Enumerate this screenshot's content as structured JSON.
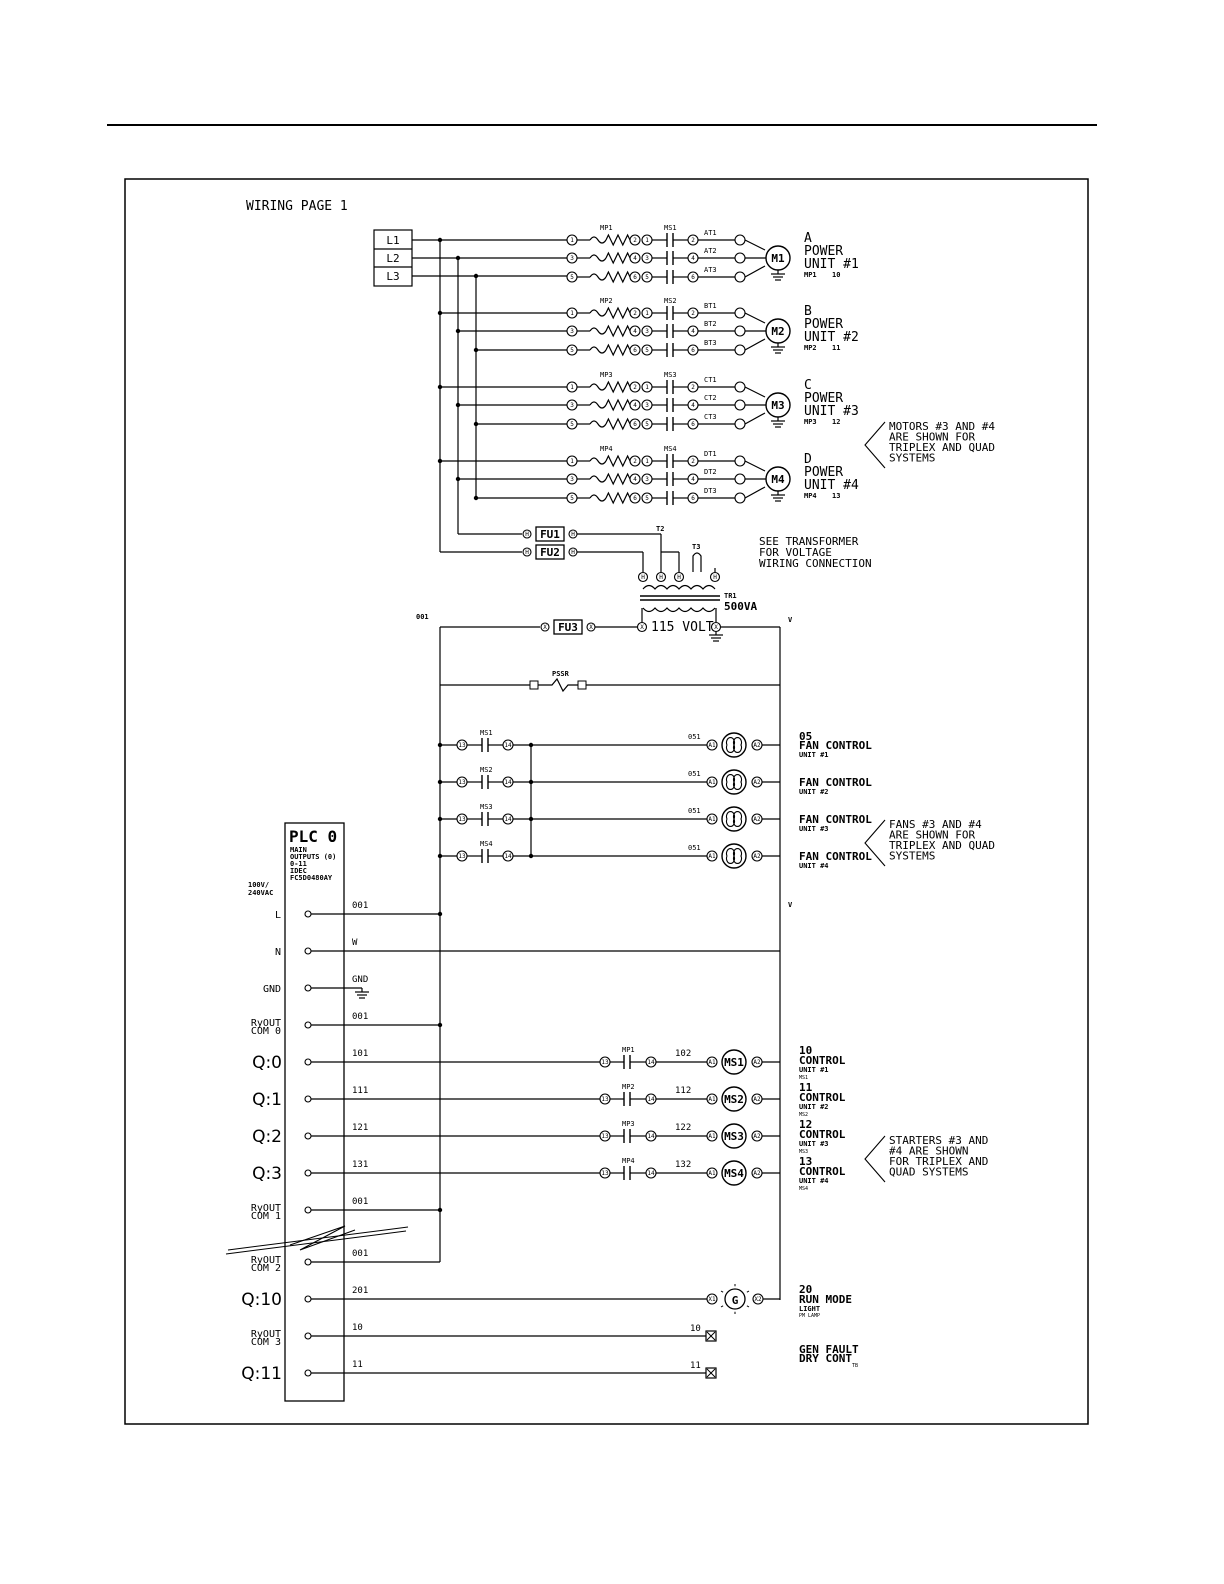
{
  "title": "WIRING PAGE 1",
  "lines": [
    "L1",
    "L2",
    "L3"
  ],
  "motors": [
    {
      "id": "M1",
      "mp": "MP1",
      "ms": "MS1",
      "t": [
        "AT1",
        "AT2",
        "AT3"
      ],
      "letter": "A",
      "name1": "POWER",
      "name2": "UNIT #1",
      "sub": "MP1",
      "num": "10"
    },
    {
      "id": "M2",
      "mp": "MP2",
      "ms": "MS2",
      "t": [
        "BT1",
        "BT2",
        "BT3"
      ],
      "letter": "B",
      "name1": "POWER",
      "name2": "UNIT #2",
      "sub": "MP2",
      "num": "11"
    },
    {
      "id": "M3",
      "mp": "MP3",
      "ms": "MS3",
      "t": [
        "CT1",
        "CT2",
        "CT3"
      ],
      "letter": "C",
      "name1": "POWER",
      "name2": "UNIT #3",
      "sub": "MP3",
      "num": "12"
    },
    {
      "id": "M4",
      "mp": "MP4",
      "ms": "MS4",
      "t": [
        "DT1",
        "DT2",
        "DT3"
      ],
      "letter": "D",
      "name1": "POWER",
      "name2": "UNIT #4",
      "sub": "MP4",
      "num": "13"
    }
  ],
  "motor_note": [
    "MOTORS #3 AND #4",
    "ARE SHOWN FOR",
    "TRIPLEX AND QUAD",
    "SYSTEMS"
  ],
  "fuses": {
    "fu1": "FU1",
    "fu2": "FU2",
    "fu3": "FU3"
  },
  "transformer": {
    "t2": "T2",
    "t3": "T3",
    "name": "TR1",
    "rating": "500VA",
    "secondary": "115 VOLT"
  },
  "transformer_note": [
    "SEE TRANSFORMER",
    "FOR VOLTAGE",
    "WIRING CONNECTION"
  ],
  "wires": {
    "w001": "001",
    "wv": "V",
    "pssr": "PSSR"
  },
  "fans": [
    {
      "contact": "MS1",
      "wire": "051",
      "num": "05",
      "name": "FAN CONTROL",
      "unit": "UNIT #1"
    },
    {
      "contact": "MS2",
      "wire": "051",
      "num": "",
      "name": "FAN CONTROL",
      "unit": "UNIT #2"
    },
    {
      "contact": "MS3",
      "wire": "051",
      "num": "",
      "name": "FAN CONTROL",
      "unit": "UNIT #3"
    },
    {
      "contact": "MS4",
      "wire": "051",
      "num": "",
      "name": "FAN CONTROL",
      "unit": "UNIT #4"
    }
  ],
  "fan_note": [
    "FANS #3 AND #4",
    "ARE SHOWN FOR",
    "TRIPLEX AND QUAD",
    "SYSTEMS"
  ],
  "plc": {
    "title": "PLC 0",
    "sub": [
      "MAIN",
      "OUTPUTS (0)",
      "0-11",
      "IDEC",
      "FC5D0480AY"
    ],
    "supply": [
      "100V/",
      "240VAC"
    ]
  },
  "rails": [
    {
      "label": "L",
      "big": false,
      "wire": "001"
    },
    {
      "label": "N",
      "big": false,
      "wire": "W"
    },
    {
      "label": "GND",
      "big": false,
      "wire": "GND"
    },
    {
      "label": "RyOUT|COM 0",
      "big": false,
      "wire": "001"
    },
    {
      "label": "Q:0",
      "big": true,
      "wire": "101"
    },
    {
      "label": "Q:1",
      "big": true,
      "wire": "111"
    },
    {
      "label": "Q:2",
      "big": true,
      "wire": "121"
    },
    {
      "label": "Q:3",
      "big": true,
      "wire": "131"
    },
    {
      "label": "RyOUT|COM 1",
      "big": false,
      "wire": "001"
    },
    {
      "label": "RyOUT|COM 2",
      "big": false,
      "wire": "001"
    },
    {
      "label": "Q:10",
      "big": true,
      "wire": "201"
    },
    {
      "label": "RyOUT|COM 3",
      "big": false,
      "wire": "10"
    },
    {
      "label": "Q:11",
      "big": true,
      "wire": "11"
    }
  ],
  "starters": [
    {
      "contact": "MP1",
      "wire2": "102",
      "coil": "MS1",
      "num": "10",
      "name": "CONTROL",
      "unit": "UNIT #1",
      "sub": "MS1"
    },
    {
      "contact": "MP2",
      "wire2": "112",
      "coil": "MS2",
      "num": "11",
      "name": "CONTROL",
      "unit": "UNIT #2",
      "sub": "MS2"
    },
    {
      "contact": "MP3",
      "wire2": "122",
      "coil": "MS3",
      "num": "12",
      "name": "CONTROL",
      "unit": "UNIT #3",
      "sub": "MS3"
    },
    {
      "contact": "MP4",
      "wire2": "132",
      "coil": "MS4",
      "num": "13",
      "name": "CONTROL",
      "unit": "UNIT #4",
      "sub": "MS4"
    }
  ],
  "starter_note": [
    "STARTERS #3 AND",
    "#4 ARE SHOWN",
    "FOR TRIPLEX AND",
    "QUAD SYSTEMS"
  ],
  "run_light": {
    "lamp": "G",
    "num": "20",
    "name": "RUN MODE",
    "name2": "LIGHT",
    "sub": "PM LAMP"
  },
  "fault": {
    "w1": "10",
    "w2": "11",
    "name": "GEN FAULT",
    "name2": "DRY CONT",
    "sub": "TB"
  }
}
